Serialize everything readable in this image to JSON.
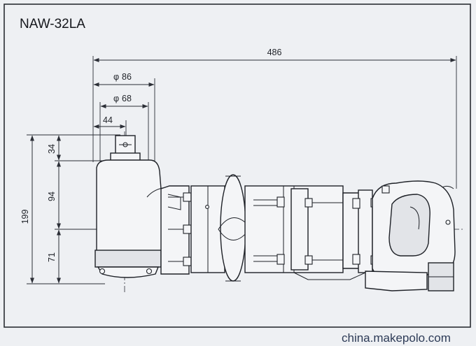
{
  "model": "NAW-32LA",
  "dimensions": {
    "overall_length": "486",
    "dia_outer": "86",
    "dia_inner": "68",
    "square_drive_width": "44",
    "total_height": "199",
    "anvil_height": "34",
    "upper_body_height": "94",
    "lower_body_height": "71"
  },
  "diameter_symbol": "φ",
  "watermark": "china.makepolo.com"
}
